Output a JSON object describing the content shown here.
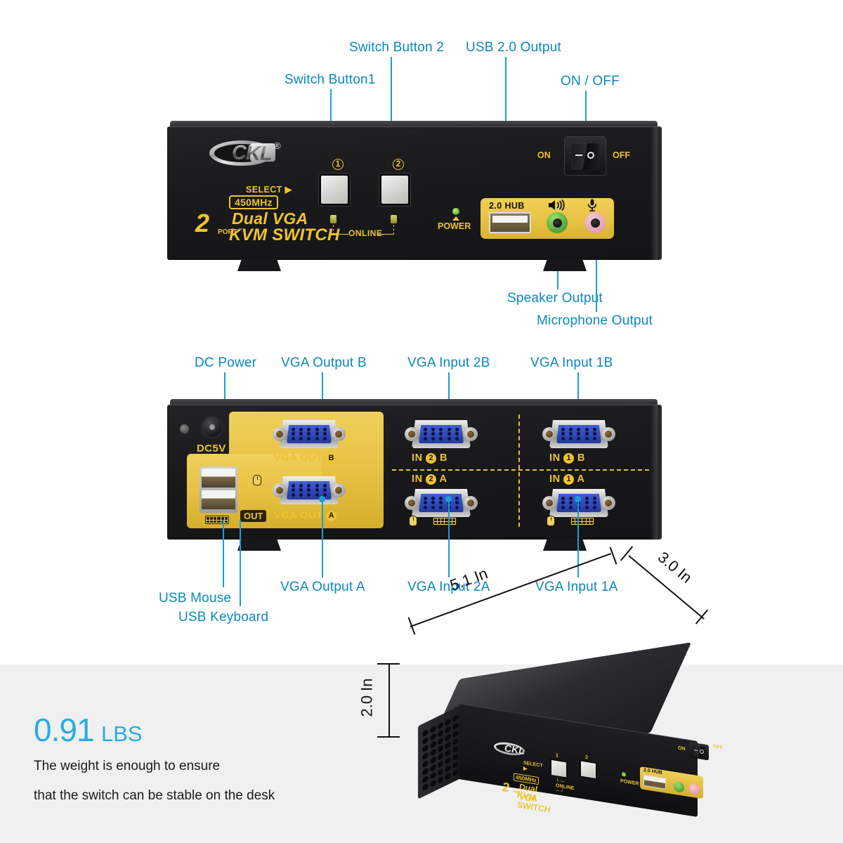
{
  "front_callouts": [
    {
      "label": "Switch Button1"
    },
    {
      "label": "Switch Button 2"
    },
    {
      "label": "USB 2.0 Output"
    },
    {
      "label": "ON / OFF"
    },
    {
      "label": "Speaker Output"
    },
    {
      "label": "Microphone Output"
    }
  ],
  "rear_callouts": [
    {
      "label": "DC Power"
    },
    {
      "label": "VGA Output B"
    },
    {
      "label": "VGA Input 2B"
    },
    {
      "label": "VGA Input 1B"
    },
    {
      "label": "USB Mouse"
    },
    {
      "label": "USB Keyboard"
    },
    {
      "label": "VGA Output A"
    },
    {
      "label": "VGA Input 2A"
    },
    {
      "label": "VGA Input 1A"
    }
  ],
  "device": {
    "brand": "CKL",
    "registered_mark": "®",
    "frequency_badge": "450MHz",
    "port_count": "2",
    "port_word": "PORT",
    "product_line": "Dual VGA",
    "product_type": "KVM SWITCH",
    "select_label": "SELECT ▶",
    "button_1_number": "1",
    "button_2_number": "2",
    "online_label": "ONLINE",
    "power_label": "POWER",
    "hub_label": "2.0 HUB",
    "switch_on": "ON",
    "switch_off": "OFF"
  },
  "rear_panel": {
    "dc_label": "DC5V",
    "out_tag": "OUT",
    "vga_out_b": "VGA OUT B",
    "vga_out_a": "VGA OUT A",
    "in_2b": "IN 2 B",
    "in_1b": "IN 1 B",
    "in_2a": "IN 2 A",
    "in_1a": "IN 1 A",
    "in_prefix": "IN",
    "suffix_b": "B",
    "suffix_a": "A",
    "num_1": "1",
    "num_2": "2",
    "vga_out_prefix": "VGA OUT"
  },
  "dimensions": {
    "length": "5.1 In",
    "depth": "3.0 In",
    "height": "2.0 In"
  },
  "weight": {
    "value": "0.91",
    "unit": "LBS",
    "line1": "The weight is enough to ensure",
    "line2": "that the switch can be stable on the desk"
  },
  "colors": {
    "callout_blue": "#0b87bd",
    "leader_blue": "#1a9ed4",
    "weight_blue": "#29abe2",
    "gold": "#f0c330",
    "panel_gold": "#e7c243",
    "vga_blue": "#2f49b8",
    "body_black": "#1a1a1d"
  }
}
